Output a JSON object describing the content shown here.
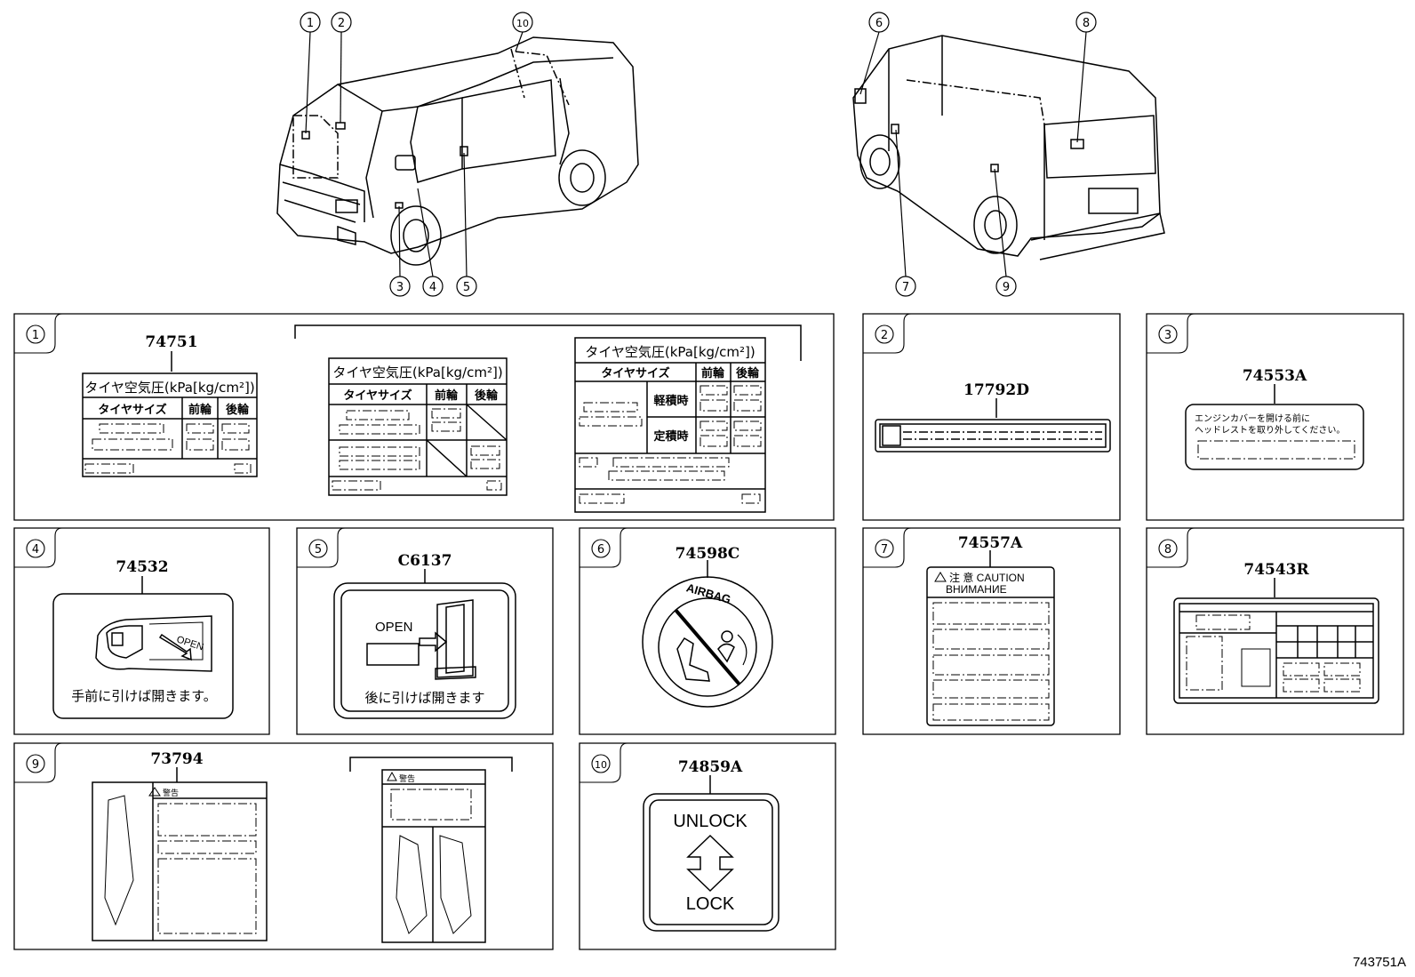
{
  "diagram_code": "743751A",
  "callouts": [
    "1",
    "2",
    "3",
    "4",
    "5",
    "6",
    "7",
    "8",
    "9",
    "10"
  ],
  "panels": {
    "p1": {
      "num": "1",
      "part": "74751",
      "tire_title": "タイヤ空気圧(kPa[kg/cm²])",
      "tire_size": "タイヤサイズ",
      "front": "前輪",
      "rear": "後輪",
      "light_load": "軽積時",
      "full_load": "定積時"
    },
    "p2": {
      "num": "2",
      "part": "17792D"
    },
    "p3": {
      "num": "3",
      "part": "74553A",
      "text_line1": "エンジンカバーを開ける前に",
      "text_line2": "ヘッドレストを取り外してください。"
    },
    "p4": {
      "num": "4",
      "part": "74532",
      "open": "OPEN",
      "caption": "手前に引けば開きます。"
    },
    "p5": {
      "num": "5",
      "part": "C6137",
      "open": "OPEN",
      "caption": "後に引けば開きます"
    },
    "p6": {
      "num": "6",
      "part": "74598C",
      "airbag": "AIRBAG"
    },
    "p7": {
      "num": "7",
      "part": "74557A",
      "header1": "注 意 CAUTION",
      "header2": "ВНИМАНИЕ"
    },
    "p8": {
      "num": "8",
      "part": "74543R"
    },
    "p9": {
      "num": "9",
      "part": "73794",
      "warn": "警告"
    },
    "p10": {
      "num": "10",
      "part": "74859A",
      "unlock": "UNLOCK",
      "lock": "LOCK"
    }
  }
}
